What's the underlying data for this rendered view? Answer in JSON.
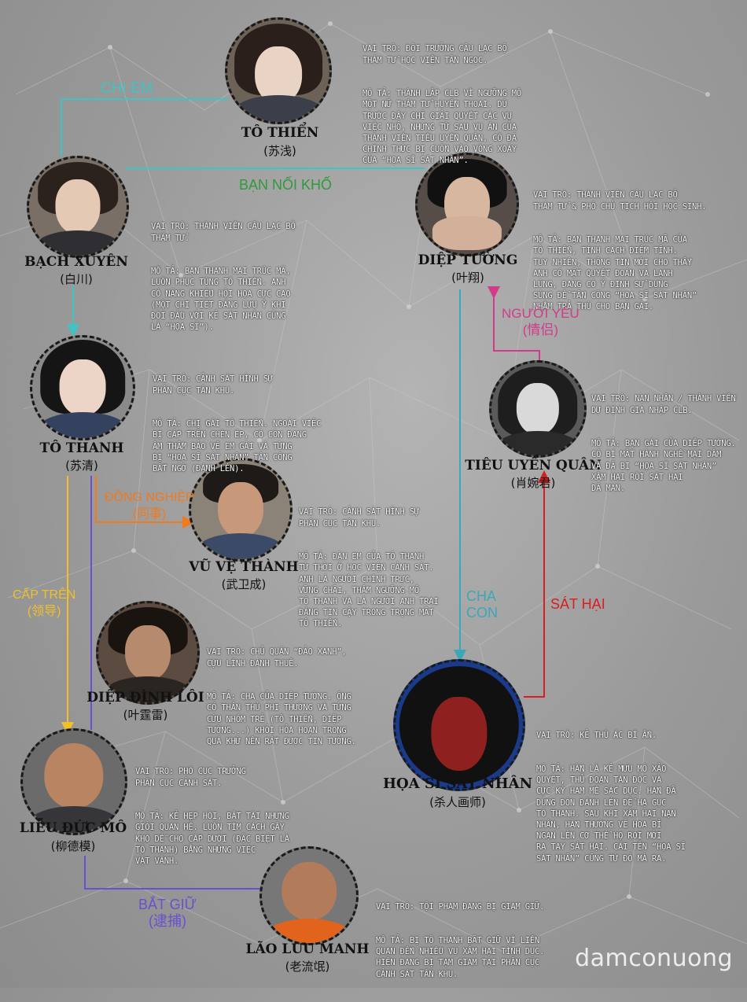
{
  "characters": {
    "to_thien": {
      "name": "TÔ THIỂN",
      "cn": "(苏浅)",
      "role": "VAI TRÒ: ĐỘI TRƯỞNG CÂU LẠC BỘ\nTHÁM TỬ HỌC VIỆN TÂN NGỌC.",
      "desc": "MÔ TẢ: THÀNH LẬP CLB VÌ NGƯỠNG MỘ\nMỘT NỮ THÁM TỬ HUYỀN THOẠI. DÙ\nTRƯỚC ĐÂY CHỈ GIẢI QUYẾT CÁC VỤ\nVIỆC NHỎ, NHƯNG TỪ SAU VỤ ÁN CỦA\nTHÀNH VIÊN TIÊU UYỂN QUÂN, CÔ ĐÃ\nCHÍNH THỨC BỊ CUỐN VÀO VÒNG XOÁY\nCỦA “HỌA SĨ SÁT NHÂN”."
    },
    "bach_xuyen": {
      "name": "BẠCH XUYÊN",
      "cn": "(白川)",
      "role": "VAI TRÒ: THÀNH VIÊN CÂU LẠC BỘ\nTHÁM TỬ.",
      "desc": "MÔ TẢ: BẠN THANH MAI TRÚC MÃ,\nLUÔN PHỤC TÙNG TÔ THIỂN. ANH\nCÓ NĂNG KHIẾU HỘI HỌA CỰC CAO\n(MỘT CHI TIẾT ĐÁNG LƯU Ý KHI\nĐỐI ĐẦU VỚI KẺ SÁT NHÂN CŨNG\nLÀ “HỌA SĨ”)."
    },
    "diep_tuong": {
      "name": "DIỆP TƯỜNG",
      "cn": "(叶翔)",
      "role": "VAI TRÒ: THÀNH VIÊN CÂU LẠC BỘ\nTHÁM TỬ & PHÓ CHỦ TỊCH HỘI HỌC SINH.",
      "desc": "MÔ TẢ: BẠN THANH MAI TRÚC MÃ CỦA\nTÔ THIỂN, TÍNH CÁCH ĐIỀM TĨNH.\nTUY NHIÊN, THÔNG TIN MỚI CHO THẤY\nANH CÓ MẶT QUYẾT ĐOÁN VÀ LẠNH\nLÙNG, ĐANG CÓ Ý ĐỊNH SỬ DỤNG\nSÚNG ĐỂ TẤN CÔNG “HỌA SĨ SÁT NHÂN”\nNHẰM TRẢ THÙ CHO BẠN GÁI."
    },
    "to_thanh": {
      "name": "TÔ THANH",
      "cn": "(苏清)",
      "role": "VAI TRÒ: CẢNH SÁT HÌNH SỰ\nPHÂN CỤC TÂN KHU.",
      "desc": "MÔ TẢ: CHỊ GÁI TÔ THIỂN. NGOÀI VIỆC\nBỊ CẤP TRÊN CHÈN ÉP, CÔ CÒN ĐANG\nÂM THẦM BẢO VỆ EM GÁI VÀ TỪNG\nBỊ “HỌA SĨ SÁT NHÂN” TẤN CÔNG\nBẤT NGỜ (ĐÁNH LÉN)."
    },
    "tieu_uyen_quan": {
      "name": "TIÊU UYỂN QUÂN",
      "cn": "(肖婉君)",
      "role": "VAI TRÒ: NẠN NHÂN / THÀNH VIÊN\nDỰ ĐỊNH GIA NHẬP CLB.",
      "desc": "MÔ TẢ: BẠN GÁI CỦA DIỆP TƯỜNG.\nCÔ BÍ MẬT HÀNH NGHỀ MẠI DÂM\nVÀ ĐÃ BỊ “HỌA SĨ SÁT NHÂN”\nXÂM HẠI RỒI SÁT HẠI\nDÃ MAN."
    },
    "vu_ve_thanh": {
      "name": "VŨ VỆ THÀNH",
      "cn": "(武卫成)",
      "role": "VAI TRÒ: CẢNH SÁT HÌNH SỰ\nPHÂN CỤC TÂN KHU.",
      "desc": "MÔ TẢ: ĐÀN EM CỦA TÔ THANH\nTỪ THỜI Ở HỌC VIỆN CẢNH SÁT.\nANH LÀ NGƯỜI CHÍNH TRỰC,\nVỮNG CHÃI, THẦM NGƯỠNG MỘ\nTÔ THANH VÀ LÀ NGƯỜI ANH TRAI\nĐÁNG TIN CẬY TRONG TRỌNG MẮT\nTÔ THIỂN."
    },
    "diep_dinh_loi": {
      "name": "DIỆP ĐÌNH LÔI",
      "cn": "(叶霆雷)",
      "role": "VAI TRÒ: CHỦ QUÁN “ĐẢO XANH”,\nCỰU LÍNH ĐÁNH THUÊ.",
      "desc": "MÔ TẢ: CHA CỦA DIỆP TƯỜNG. ÔNG\nCÓ THÂN THỦ PHI THƯỜNG VÀ TỪNG\nCỨU NHÓM TRẺ (TÔ THIỂN, DIỆP\nTƯỜNG...) KHỎI HỎA HOẠN TRONG\nQUÁ KHỨ NÊN RẤT ĐƯỢC TIN TƯỞNG."
    },
    "hoa_si": {
      "name": "HỌA SĨ SÁT NHÂN",
      "cn": "(杀人画师)",
      "role": "VAI TRÒ: KẺ THÙ ÁC BÍ ẨN.",
      "desc": "MÔ TẢ: HẮN LÀ KẺ MƯU MÔ XẢO\nQUYỆT, THỦ ĐOẠN TÀN ĐỘC VÀ\nCỰC KỲ HAM MÊ SẮC DỤC. HẮN ĐÃ\nDÙNG ĐÒN ĐÁNH LÉN ĐỂ HẠ GỤC\nTÔ THANH. SAU KHI XÂM HẠI NẠN\nNHÂN, HẮN THƯỜNG VẼ HOA BỈ\nNGẠN LÊN CƠ THỂ HỌ RỒI MỚI\nRA TAY SÁT HẠI. CÁI TÊN “HỌA SĨ\nSÁT NHÂN” CŨNG TỪ ĐÓ MÀ RA."
    },
    "lieu_duc_mo": {
      "name": "LIỄU ĐỨC MÔ",
      "cn": "(柳德模)",
      "role": "VAI TRÒ: PHÓ CỤC TRƯỞNG\nPHÂN CỤC CẢNH SÁT.",
      "desc": "MÔ TẢ: KẺ HẸP HÒI, BẤT TÀI NHƯNG\nGIỎI QUAN HỆ. LUÔN TÌM CÁCH GÂY\nKHÓ DỄ CHO CẤP DƯỚI (ĐẶC BIỆT LÀ\nTÔ THANH) BẰNG NHỮNG VIỆC\nVẶT VÃNH."
    },
    "lao_luu_manh": {
      "name": "LÃO LƯU MANH",
      "cn": "(老流氓)",
      "role": "VAI TRÒ: TỘI PHẠM ĐANG BỊ GIAM GIỮ.",
      "desc": "MÔ TẢ: BỊ TÔ THANH BẮT GIỮ VÌ LIÊN\nQUAN ĐẾN NHIỀU VỤ XÂM HẠI TÌNH DỤC.\nHIỆN ĐANG BỊ TẠM GIAM TẠI PHÂN CỤC\nCẢNH SÁT TÂN KHU."
    }
  },
  "relations": {
    "chi_em": "CHỊ EM",
    "ban_noi_kho": "BẠN NỐI KHỐ",
    "nguoi_yeu": "NGƯỜI YÊU\n(情侣)",
    "dong_nghiep": "ĐỒNG NGHIỆP\n(同事)",
    "cap_tren": "CẤP TRÊN\n(领导)",
    "cha_con": "CHA\nCON",
    "sat_hai": "SÁT HẠI",
    "bat_giu": "BẮT GIỮ\n(逮捕)"
  },
  "colors": {
    "teal": "#3fc3c3",
    "green": "#2f9a3a",
    "pink": "#d23a8a",
    "orange": "#f07a1e",
    "yellow": "#f0c02a",
    "blue_teal": "#3aa8b8",
    "red": "#d81e1e",
    "purple": "#6b4fd0"
  },
  "watermark": "damconuong"
}
